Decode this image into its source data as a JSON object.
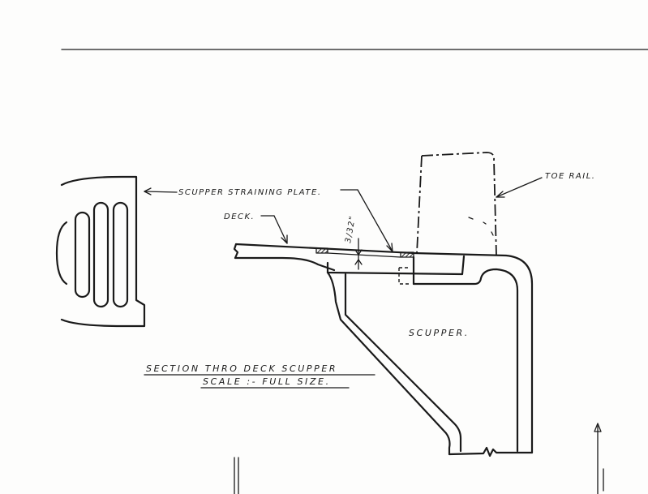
{
  "labels": {
    "straining_plate": "SCUPPER STRAINING PLATE.",
    "toe_rail": "TOE RAIL.",
    "deck": "DECK.",
    "dimension": "3/32\"",
    "scupper": "SCUPPER.",
    "title": "SECTION THRO DECK SCUPPER",
    "scale": "SCALE :- FULL SIZE."
  }
}
